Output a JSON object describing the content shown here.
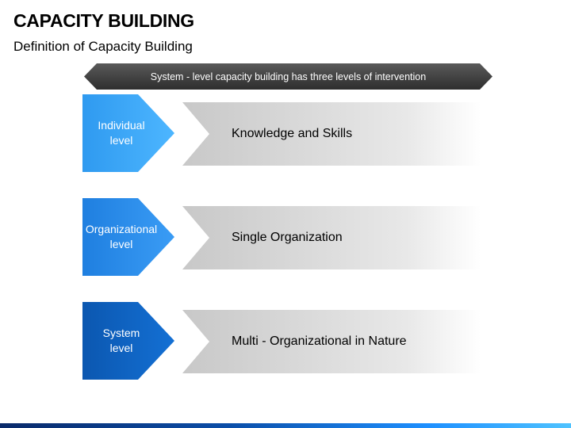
{
  "title": "CAPACITY BUILDING",
  "subtitle": "Definition of Capacity Building",
  "banner": "System - level capacity building has three levels of intervention",
  "colors": {
    "banner_dark": "#3a3a3a",
    "individual": "#3fa9f5",
    "organizational": "#2b8ae6",
    "system": "#0d63c2",
    "desc_fill": "#d9d9d9"
  },
  "rows": [
    {
      "level": "Individual\nlevel",
      "description": "Knowledge and Skills"
    },
    {
      "level": "Organizational\nlevel",
      "description": "Single Organization"
    },
    {
      "level": "System\nlevel",
      "description": "Multi - Organizational in Nature"
    }
  ]
}
